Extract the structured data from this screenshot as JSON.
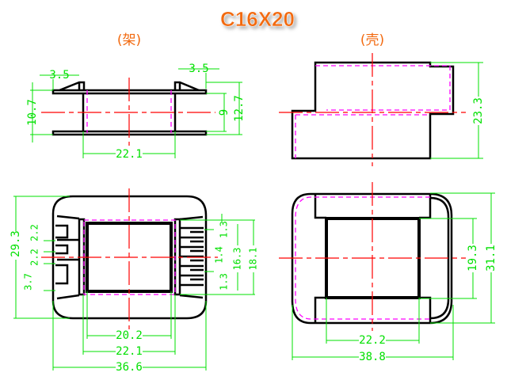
{
  "title": "C16X20",
  "views": {
    "bobbin_label": "(架)",
    "shell_label": "(壳)"
  },
  "dimensions": {
    "bobbin_side": {
      "flange_left": "3.5",
      "flange_right": "3.5",
      "height_outer": "10.7",
      "inner": "9",
      "height_total": "12.7",
      "width": "22.1"
    },
    "shell_side": {
      "height": "23.3"
    },
    "bobbin_top": {
      "height": "29.3",
      "pin_gap_1": "2.2",
      "pin_gap_2": "2.2",
      "pin_gap_3": "3.7",
      "pin_r1": "1.3",
      "pin_r2": "1.4",
      "pin_r3": "1.3",
      "inner_h": "16.3",
      "outer_h": "18.1",
      "window_w": "20.2",
      "flange_w": "22.1",
      "total_w": "36.6"
    },
    "shell_top": {
      "window_w": "22.2",
      "total_w": "38.8",
      "window_h": "19.3",
      "total_h": "31.1"
    }
  },
  "colors": {
    "title": "#f26a10",
    "dimension": "#00e000",
    "centerline": "#ff0000",
    "hidden": "#ff00ff",
    "outline": "#000000"
  }
}
